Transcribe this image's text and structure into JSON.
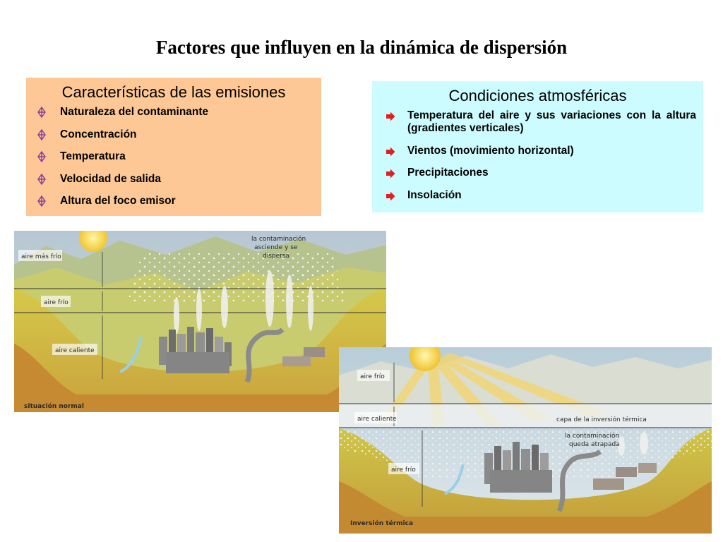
{
  "title": "Factores que influyen en la dinámica de dispersión",
  "emisiones": {
    "heading": "Características de las emisiones",
    "items": [
      "Naturaleza del contaminante",
      "Concentración",
      "Temperatura",
      "Velocidad de salida",
      "Altura del foco emisor"
    ],
    "bullet_icon": "diamond-cross-icon",
    "bg_color": "#fdc895",
    "bullet_color": "#8b3a9a"
  },
  "atmosfera": {
    "heading": "Condiciones atmosféricas",
    "items": [
      "Temperatura del aire y sus variaciones con la altura (gradientes verticales)",
      "Vientos (movimiento horizontal)",
      "Precipitaciones",
      "Insolación"
    ],
    "bullet_icon": "red-arrow-icon",
    "bg_color": "#ccfcff",
    "bullet_color": "#e02020"
  },
  "diagram_normal": {
    "caption": "situación normal",
    "label_top": "aire más frío",
    "label_mid": "aire frío",
    "label_bottom": "aire caliente",
    "note_line1": "la contaminación",
    "note_line2": "asciende y se",
    "note_line3": "dispersa"
  },
  "diagram_inversion": {
    "caption": "Inversión térmica",
    "label_top": "aire frío",
    "label_mid": "aire caliente",
    "label_bottom": "aire frío",
    "layer_label": "capa de la inversión térmica",
    "note_line1": "la contaminación",
    "note_line2": "queda atrapada"
  }
}
